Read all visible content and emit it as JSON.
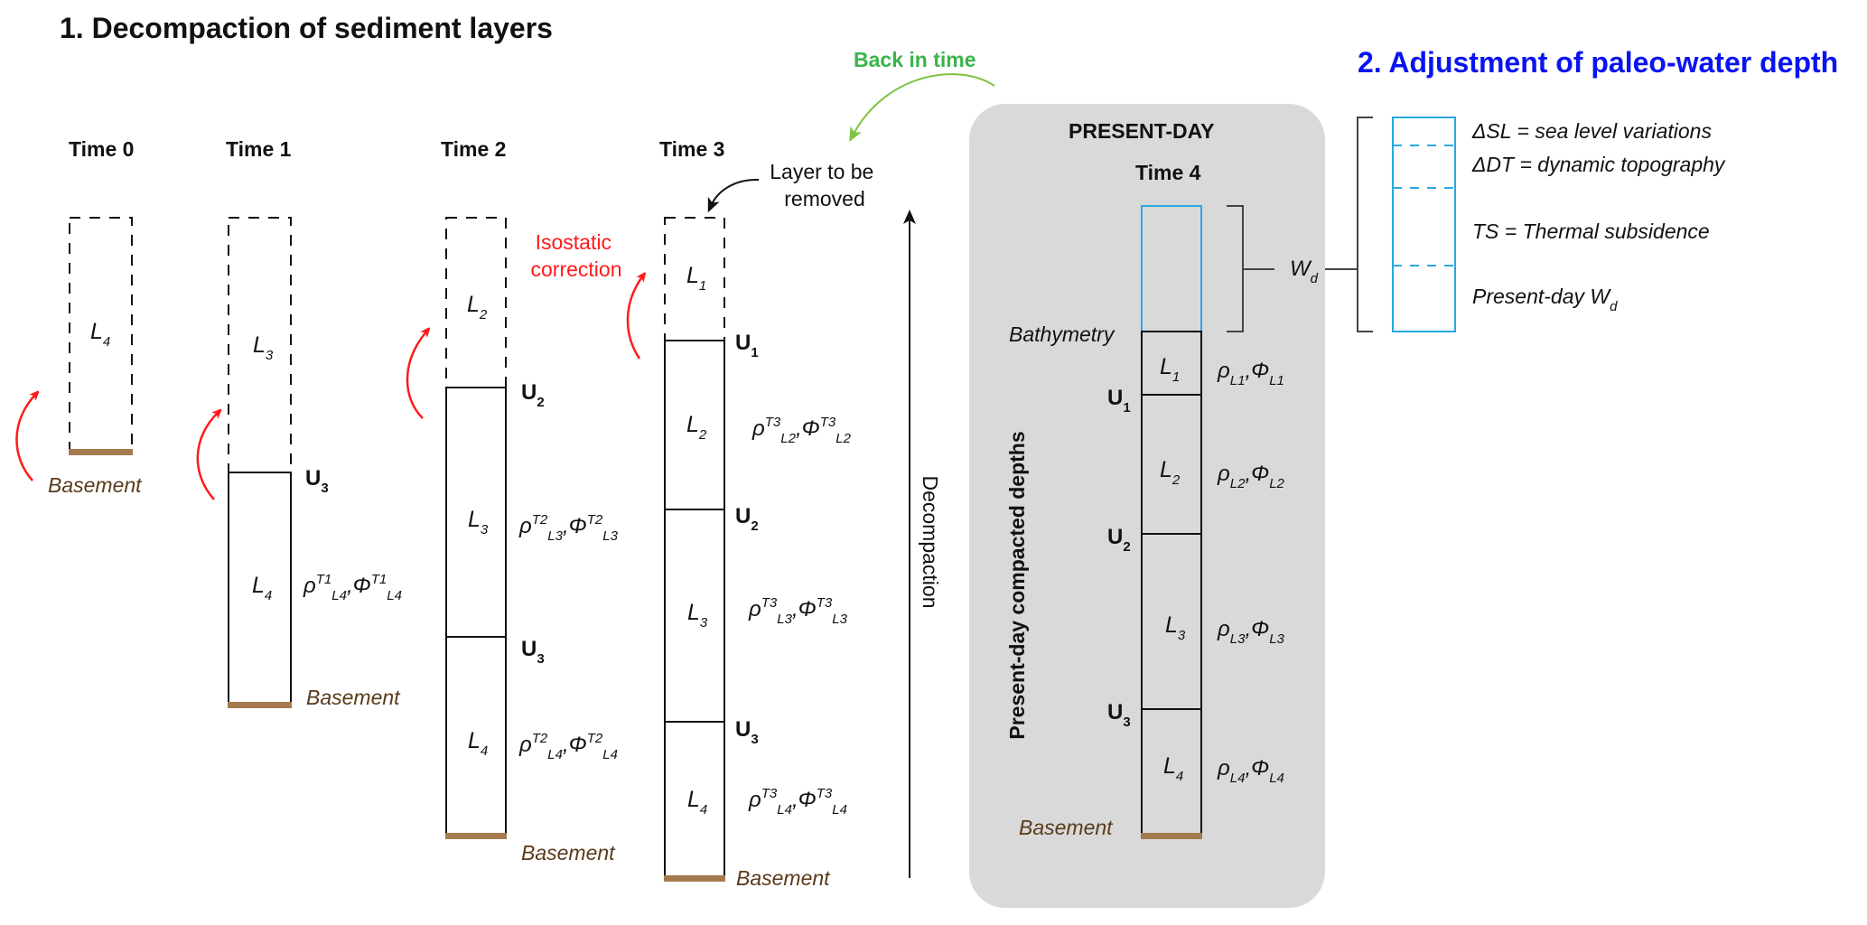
{
  "section1": {
    "title": "1. Decompaction of sediment layers"
  },
  "section2": {
    "title": "2. Adjustment of paleo-water depth",
    "legend": [
      {
        "symbol": "ΔSL",
        "text": " = sea level variations"
      },
      {
        "symbol": "ΔDT",
        "text": " = dynamic topography"
      },
      {
        "symbol": "TS",
        "text": " = Thermal subsidence"
      },
      {
        "symbol": "Present-day W",
        "sub": "d",
        "text": ""
      }
    ]
  },
  "back_in_time": "Back in time",
  "isostatic_correction": [
    "Isostatic",
    "correction"
  ],
  "layer_to_remove": [
    "Layer to be",
    "removed"
  ],
  "decompaction_label": "Decompaction",
  "basement_label": "Basement",
  "colors": {
    "accent_blue": "#0a14f0",
    "water_blue": "#29a8e0",
    "isostatic_red": "#ff1a1a",
    "back_green": "#39b54a",
    "arrow_green": "#7dc242",
    "basement_brown": "#a57a4e",
    "panel_gray": "#d9d9d9"
  },
  "columns": [
    {
      "time_label": "Time 0",
      "dashed_layer": {
        "name": "L",
        "sub": "4"
      },
      "layers": [],
      "unconformities": []
    },
    {
      "time_label": "Time 1",
      "dashed_layer": {
        "name": "L",
        "sub": "3"
      },
      "layers": [
        {
          "name": "L",
          "sub": "4",
          "rho_sup": "T1",
          "rho_sub": "L4",
          "phi_sup": "T1",
          "phi_sub": "L4"
        }
      ],
      "unconformities": [
        {
          "label": "U",
          "sub": "3"
        }
      ]
    },
    {
      "time_label": "Time 2",
      "dashed_layer": {
        "name": "L",
        "sub": "2"
      },
      "layers": [
        {
          "name": "L",
          "sub": "3",
          "rho_sup": "T2",
          "rho_sub": "L3",
          "phi_sup": "T2",
          "phi_sub": "L3"
        },
        {
          "name": "L",
          "sub": "4",
          "rho_sup": "T2",
          "rho_sub": "L4",
          "phi_sup": "T2",
          "phi_sub": "L4"
        }
      ],
      "unconformities": [
        {
          "label": "U",
          "sub": "2"
        },
        {
          "label": "U",
          "sub": "3"
        }
      ]
    },
    {
      "time_label": "Time 3",
      "dashed_layer": {
        "name": "L",
        "sub": "1"
      },
      "layers": [
        {
          "name": "L",
          "sub": "2",
          "rho_sup": "T3",
          "rho_sub": "L2",
          "phi_sup": "T3",
          "phi_sub": "L2"
        },
        {
          "name": "L",
          "sub": "3",
          "rho_sup": "T3",
          "rho_sub": "L3",
          "phi_sup": "T3",
          "phi_sub": "L3"
        },
        {
          "name": "L",
          "sub": "4",
          "rho_sup": "T3",
          "rho_sub": "L4",
          "phi_sup": "T3",
          "phi_sub": "L4"
        }
      ],
      "unconformities": [
        {
          "label": "U",
          "sub": "1"
        },
        {
          "label": "U",
          "sub": "2"
        },
        {
          "label": "U",
          "sub": "3"
        }
      ]
    }
  ],
  "present_day": {
    "header": "PRESENT-DAY",
    "time_label": "Time 4",
    "bathymetry_label": "Bathymetry",
    "wd_label": {
      "name": "W",
      "sub": "d"
    },
    "vertical_label": "Present-day compacted depths",
    "layers": [
      {
        "name": "L",
        "sub": "1",
        "rho_sub": "L1",
        "phi_sub": "L1"
      },
      {
        "name": "L",
        "sub": "2",
        "rho_sub": "L2",
        "phi_sub": "L2"
      },
      {
        "name": "L",
        "sub": "3",
        "rho_sub": "L3",
        "phi_sub": "L3"
      },
      {
        "name": "L",
        "sub": "4",
        "rho_sub": "L4",
        "phi_sub": "L4"
      }
    ],
    "unconformities": [
      {
        "label": "U",
        "sub": "1"
      },
      {
        "label": "U",
        "sub": "2"
      },
      {
        "label": "U",
        "sub": "3"
      }
    ]
  },
  "symbols": {
    "rho": "ρ",
    "phi": "Φ",
    "comma": ","
  }
}
